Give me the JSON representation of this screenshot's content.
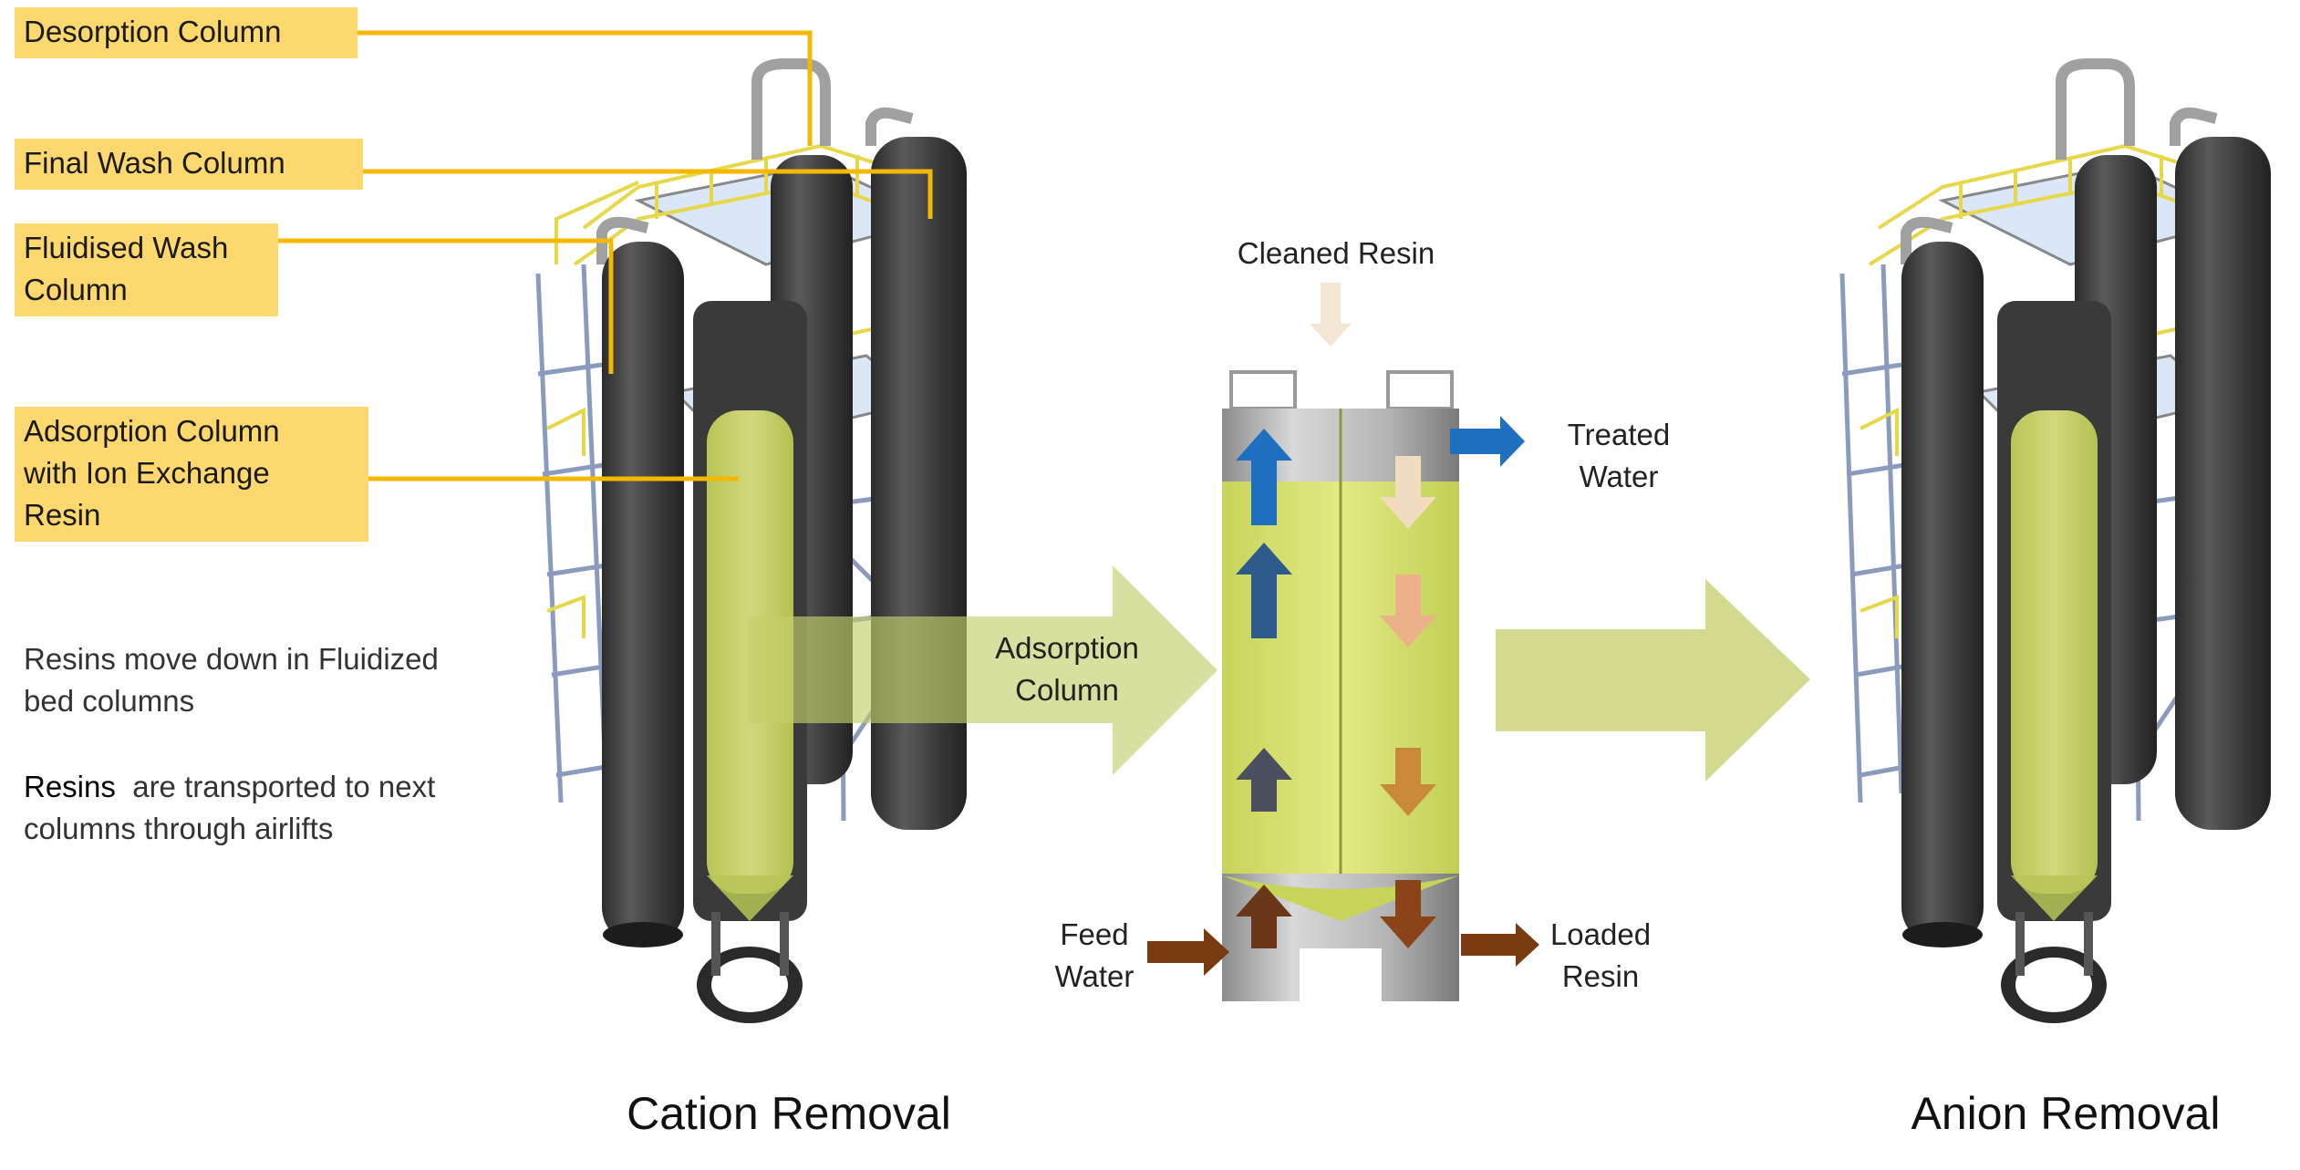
{
  "labels": {
    "desorption": "Desorption Column",
    "final_wash": "Final Wash Column",
    "fluidised_wash_1": "Fluidised Wash",
    "fluidised_wash_2": "Column",
    "adsorption_1": "Adsorption Column",
    "adsorption_2": "with Ion Exchange",
    "adsorption_3": "Resin"
  },
  "notes": {
    "line1": "Resins move down in Fluidized",
    "line2": "bed columns",
    "line3_a": "Resins",
    "line3_b": "  are transported to next",
    "line4": "columns through airlifts"
  },
  "flow": {
    "adsorption_1": "Adsorption",
    "adsorption_2": "Column",
    "cleaned_resin": "Cleaned Resin",
    "treated_1": "Treated",
    "treated_2": "Water",
    "feed_1": "Feed",
    "feed_2": "Water",
    "loaded_1": "Loaded",
    "loaded_2": "Resin"
  },
  "captions": {
    "left": "Cation Removal",
    "right": "Anion Removal"
  },
  "colors": {
    "label_fill": "#fdd86e",
    "leader_line": "#f5b800",
    "flow_arrow": "#d3da8f",
    "resin": "#d9e46a",
    "treated_arrow": "#1f6fc1",
    "feed_arrow": "#7a3b10"
  }
}
